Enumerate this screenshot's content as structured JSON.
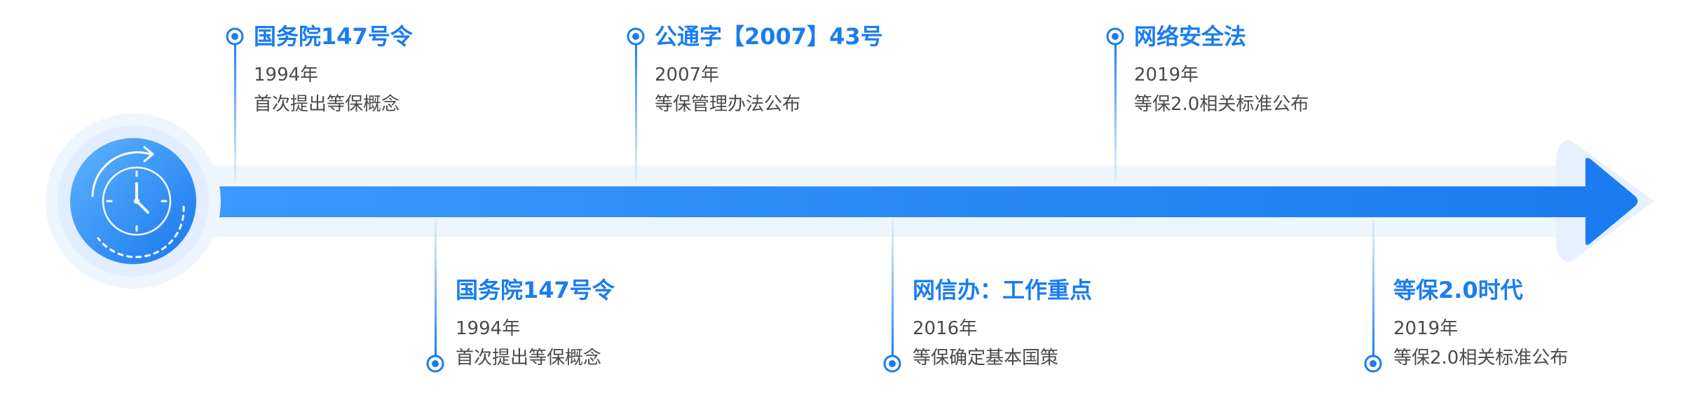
{
  "colors": {
    "accent": "#1a7cf0",
    "arrow_light": "#4aa8ff",
    "arrow_dark": "#1a7cf0",
    "halo": "#e8f2ff",
    "text": "#4a4a4a"
  },
  "start_icon": "clock-refresh-icon",
  "events_top": [
    {
      "title": "国务院147号令",
      "year": "1994年",
      "desc": "首次提出等保概念"
    },
    {
      "title": "公通字【2007】43号",
      "year": "2007年",
      "desc": "等保管理办法公布"
    },
    {
      "title": "网络安全法",
      "year": "2019年",
      "desc": "等保2.0相关标准公布"
    }
  ],
  "events_bottom": [
    {
      "title": "国务院147号令",
      "year": "1994年",
      "desc": "首次提出等保概念"
    },
    {
      "title": "网信办：工作重点",
      "year": "2016年",
      "desc": "等保确定基本国策"
    },
    {
      "title": "等保2.0时代",
      "year": "2019年",
      "desc": "等保2.0相关标准公布"
    }
  ]
}
